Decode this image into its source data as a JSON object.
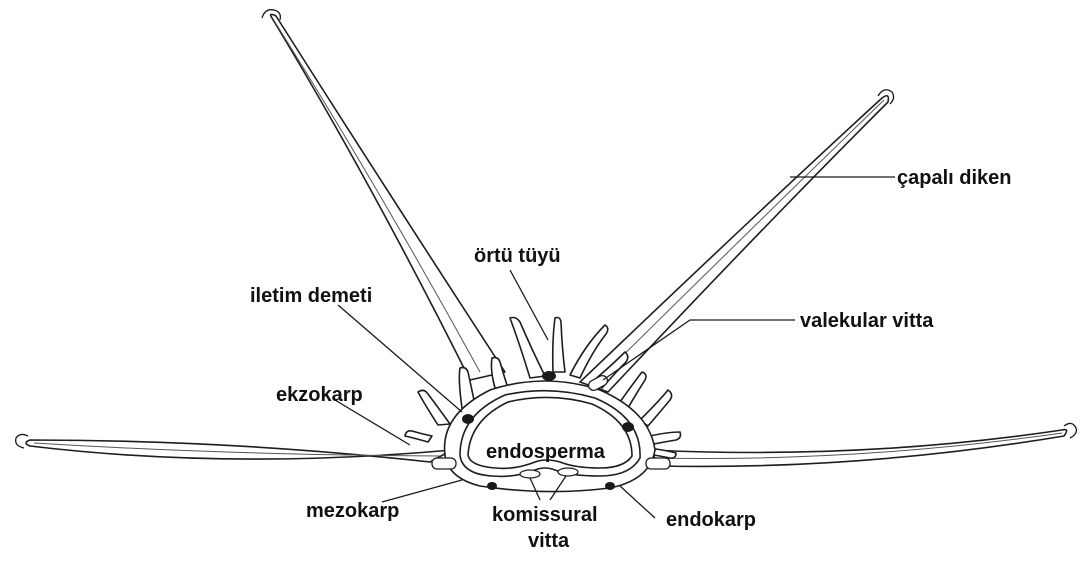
{
  "labels": {
    "capali_diken": "çapalı diken",
    "ortu_tuyu": "örtü tüyü",
    "iletim_demeti": "iletim demeti",
    "valekular_vitta": "valekular vitta",
    "ekzokarp": "ekzokarp",
    "endosperma": "endosperma",
    "mezokarp": "mezokarp",
    "komissural_line1": "komissural",
    "komissural_line2": "vitta",
    "endokarp": "endokarp"
  },
  "colors": {
    "ink": "#1e1e1e",
    "paper": "#ffffff",
    "vitta_fill": "#1a1a1a"
  }
}
